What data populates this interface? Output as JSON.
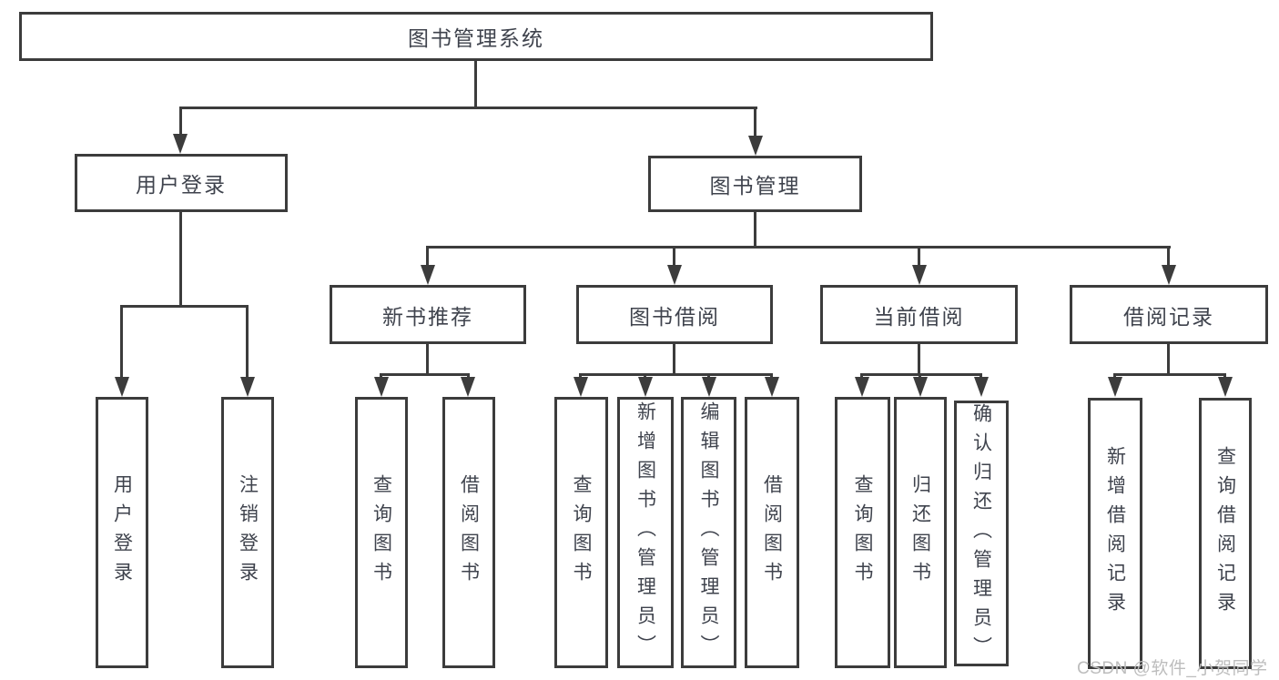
{
  "tree": {
    "root": {
      "label": "图书管理系统",
      "children": [
        {
          "label": "用户登录",
          "children": [
            {
              "label": "用户登录"
            },
            {
              "label": "注销登录"
            }
          ]
        },
        {
          "label": "图书管理",
          "children": [
            {
              "label": "新书推荐",
              "children": [
                {
                  "label": "查询图书"
                },
                {
                  "label": "借阅图书"
                }
              ]
            },
            {
              "label": "图书借阅",
              "children": [
                {
                  "label": "查询图书"
                },
                {
                  "label": "新增图书（管理员）"
                },
                {
                  "label": "编辑图书（管理员）"
                },
                {
                  "label": "借阅图书"
                }
              ]
            },
            {
              "label": "当前借阅",
              "children": [
                {
                  "label": "查询图书"
                },
                {
                  "label": "归还图书"
                },
                {
                  "label": "确认归还（管理员）"
                }
              ]
            },
            {
              "label": "借阅记录",
              "children": [
                {
                  "label": "新增借阅记录"
                },
                {
                  "label": "查询借阅记录"
                }
              ]
            }
          ]
        }
      ]
    }
  },
  "watermark": {
    "text": "CSDN @软件_小贺同学"
  },
  "colors": {
    "line": "#3c3c3c",
    "text": "#3f434d",
    "watermark": "#bdbdbd",
    "background": "#ffffff"
  }
}
